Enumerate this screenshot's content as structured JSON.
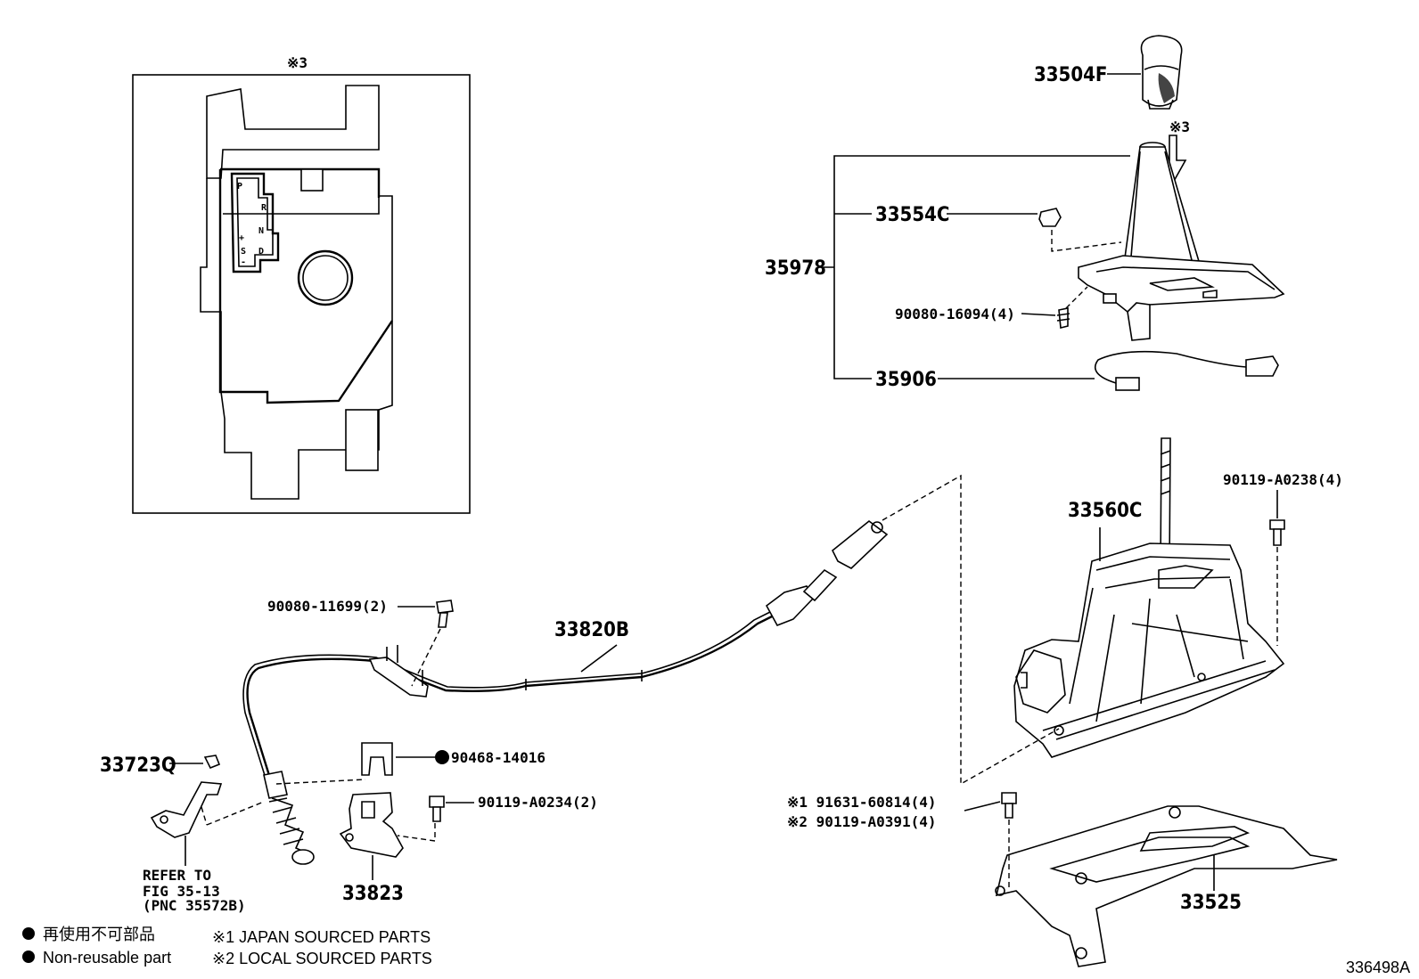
{
  "diagram": {
    "inset_note": "※3",
    "knob_note": "※3",
    "parts": {
      "p33504F": "33504F",
      "p33554C": "33554C",
      "p35978": "35978",
      "p90080_16094": "90080-16094(4)",
      "p35906": "35906",
      "p90119_A0238": "90119-A0238(4)",
      "p33560C": "33560C",
      "p90080_11699": "90080-11699(2)",
      "p33820B": "33820B",
      "p33723Q": "33723Q",
      "p90468_14016": "90468-14016",
      "p90119_A0234": "90119-A0234(2)",
      "p33823": "33823",
      "p33525": "33525",
      "p91631_60814": "※1  91631-60814(4)",
      "p90119_A0391": "※2  90119-A0391(4)"
    },
    "refer": [
      "REFER TO",
      "FIG 35-13",
      "(PNC 35572B)"
    ],
    "shift_gate": {
      "p": "P",
      "r": "R",
      "n": "N",
      "plus": "+",
      "s": "S",
      "d": "D",
      "minus": "-"
    },
    "legend": {
      "jp_non_reusable": "再使用不可部品",
      "en_non_reusable": "Non-reusable part",
      "japan": "※1 JAPAN SOURCED PARTS",
      "local": "※2 LOCAL SOURCED PARTS"
    },
    "figure_id": "336498A"
  }
}
